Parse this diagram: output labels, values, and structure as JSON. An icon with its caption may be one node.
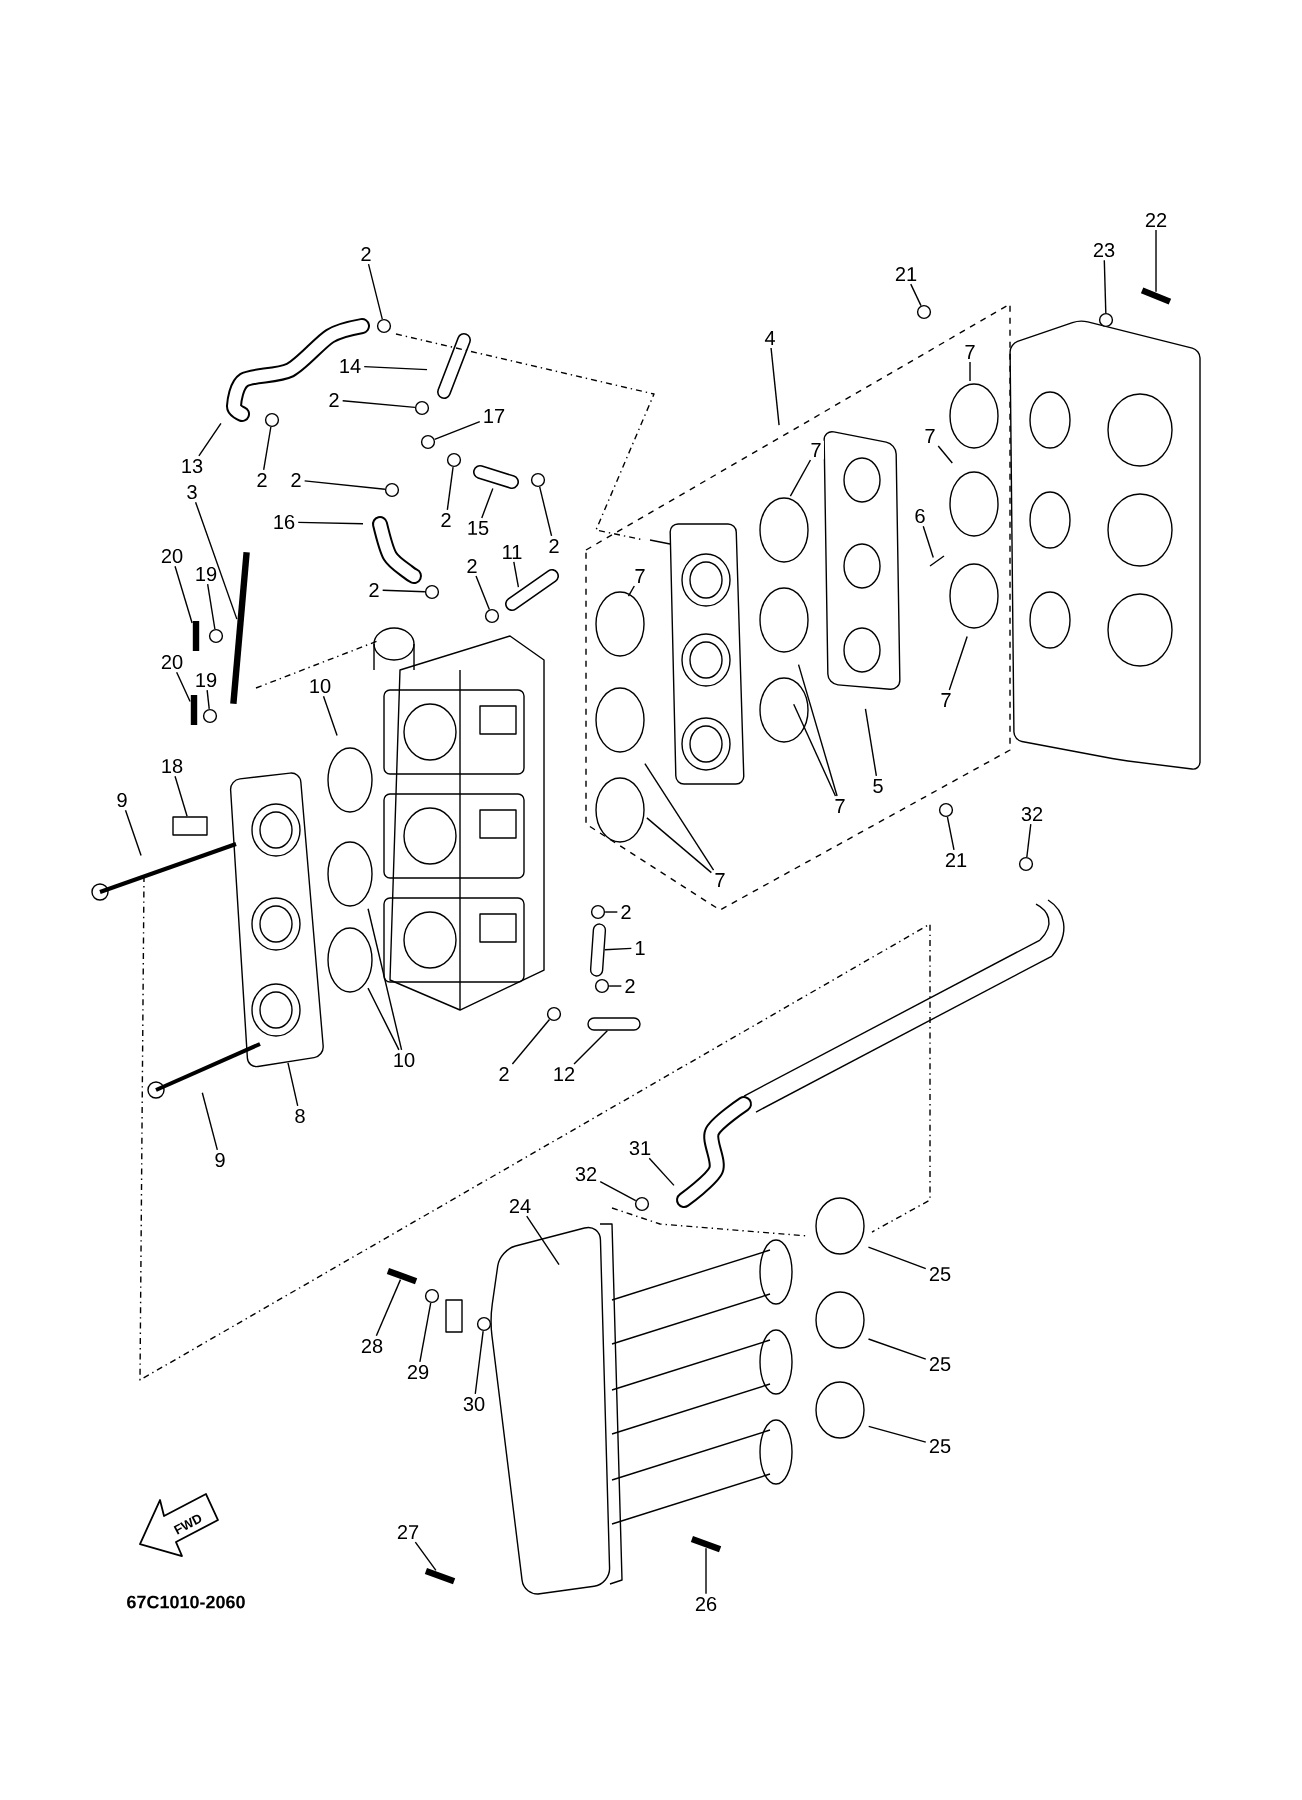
{
  "diagram": {
    "nodes": [
      {
        "text": [
          "2"
        ]
      },
      {
        "text": [
          "22"
        ]
      },
      {
        "text": [
          "23"
        ]
      },
      {
        "text": [
          "21"
        ]
      },
      {
        "text": [
          "4"
        ]
      },
      {
        "text": [
          "7"
        ]
      },
      {
        "text": [
          "14"
        ]
      },
      {
        "text": [
          "2"
        ]
      },
      {
        "text": [
          "17"
        ]
      },
      {
        "text": [
          "7"
        ]
      },
      {
        "text": [
          "7"
        ]
      },
      {
        "text": [
          "13"
        ]
      },
      {
        "text": [
          "2"
        ]
      },
      {
        "text": [
          "2"
        ]
      },
      {
        "text": [
          "3"
        ]
      },
      {
        "text": [
          "6"
        ]
      },
      {
        "text": [
          "2"
        ]
      },
      {
        "text": [
          "16"
        ]
      },
      {
        "text": [
          "15"
        ]
      },
      {
        "text": [
          "2"
        ]
      },
      {
        "text": [
          "11"
        ]
      },
      {
        "text": [
          "20"
        ]
      },
      {
        "text": [
          "19"
        ]
      },
      {
        "text": [
          "7"
        ]
      },
      {
        "text": [
          "2"
        ]
      },
      {
        "text": [
          "2"
        ]
      },
      {
        "text": [
          "20"
        ]
      },
      {
        "text": [
          "19"
        ]
      },
      {
        "text": [
          "10"
        ]
      },
      {
        "text": [
          "7"
        ]
      },
      {
        "text": [
          "18"
        ]
      },
      {
        "text": [
          "5"
        ]
      },
      {
        "text": [
          "9"
        ]
      },
      {
        "text": [
          "7"
        ]
      },
      {
        "text": [
          "32"
        ]
      },
      {
        "text": [
          "21"
        ]
      },
      {
        "text": [
          "7"
        ]
      },
      {
        "text": [
          "2"
        ]
      },
      {
        "text": [
          "1"
        ]
      },
      {
        "text": [
          "2"
        ]
      },
      {
        "text": [
          "10"
        ]
      },
      {
        "text": [
          "2"
        ]
      },
      {
        "text": [
          "12"
        ]
      },
      {
        "text": [
          "8"
        ]
      },
      {
        "text": [
          "9"
        ]
      },
      {
        "text": [
          "31"
        ]
      },
      {
        "text": [
          "32"
        ]
      },
      {
        "text": [
          "24"
        ]
      },
      {
        "text": [
          "25"
        ]
      },
      {
        "text": [
          "28"
        ]
      },
      {
        "text": [
          "29"
        ]
      },
      {
        "text": [
          "25"
        ]
      },
      {
        "text": [
          "30"
        ]
      },
      {
        "text": [
          "25"
        ]
      },
      {
        "text": [
          "27"
        ]
      },
      {
        "text": [
          "26"
        ]
      },
      {
        "text": [],
        "shape": "circle"
      },
      {
        "text": [],
        "shape": "circle"
      },
      {
        "text": [],
        "shape": "bar"
      },
      {
        "text": [],
        "shape": "circle"
      },
      {
        "text": [],
        "shape": "circle"
      },
      {
        "text": [],
        "shape": "circle"
      },
      {
        "text": [],
        "shape": "circle"
      },
      {
        "text": [],
        "shape": "circle"
      },
      {
        "text": [],
        "shape": "circle"
      },
      {
        "text": [],
        "shape": "circle"
      },
      {
        "text": [],
        "shape": "circle"
      },
      {
        "text": [],
        "shape": "bar"
      },
      {
        "text": [],
        "shape": "circle"
      },
      {
        "text": [],
        "shape": "bar"
      },
      {
        "text": [],
        "shape": "circle"
      },
      {
        "text": [],
        "shape": "box"
      },
      {
        "text": [],
        "shape": "circle"
      },
      {
        "text": [],
        "shape": "circle"
      },
      {
        "text": [],
        "shape": "circle"
      },
      {
        "text": [],
        "shape": "circle"
      },
      {
        "text": [],
        "shape": "circle"
      },
      {
        "text": [],
        "shape": "circle"
      },
      {
        "text": [],
        "shape": "bar"
      },
      {
        "text": [],
        "shape": "circle"
      },
      {
        "text": [],
        "shape": "circle"
      },
      {
        "text": [],
        "shape": "bar"
      },
      {
        "text": [],
        "shape": "bar"
      },
      {
        "text": [],
        "shape": "circle"
      },
      {
        "text": [],
        "shape": "bar"
      },
      {
        "text": [],
        "shape": "cylinder"
      },
      {
        "text": [],
        "shape": "cylinder"
      }
    ],
    "edges": [
      {
        "from": 0,
        "to": 56,
        "arrow": "none"
      },
      {
        "from": 1,
        "to": 58,
        "arrow": "none"
      },
      {
        "from": 2,
        "to": 57,
        "arrow": "none"
      },
      {
        "from": 3,
        "to": 59,
        "arrow": "none"
      },
      {
        "from": 4,
        "to": null,
        "arrow": "none"
      },
      {
        "from": 5,
        "to": null,
        "arrow": "none"
      },
      {
        "from": 6,
        "to": null,
        "arrow": "none"
      },
      {
        "from": 7,
        "to": 60,
        "arrow": "none"
      },
      {
        "from": 8,
        "to": 83,
        "arrow": "none"
      },
      {
        "from": 9,
        "to": null,
        "arrow": "none"
      },
      {
        "from": 10,
        "to": null,
        "arrow": "none"
      },
      {
        "from": 11,
        "to": null,
        "arrow": "none"
      },
      {
        "from": 12,
        "to": 61,
        "arrow": "none"
      },
      {
        "from": 13,
        "to": 62,
        "arrow": "none"
      },
      {
        "from": 14,
        "to": 84,
        "arrow": "none"
      },
      {
        "from": 15,
        "to": null,
        "arrow": "none"
      },
      {
        "from": 16,
        "to": 63,
        "arrow": "none"
      },
      {
        "from": 17,
        "to": null,
        "arrow": "none"
      },
      {
        "from": 18,
        "to": null,
        "arrow": "none"
      },
      {
        "from": 19,
        "to": 64,
        "arrow": "none"
      },
      {
        "from": 20,
        "to": null,
        "arrow": "none"
      },
      {
        "from": 21,
        "to": 67,
        "arrow": "none"
      },
      {
        "from": 22,
        "to": 68,
        "arrow": "none"
      },
      {
        "from": 23,
        "to": null,
        "arrow": "none"
      },
      {
        "from": 24,
        "to": 65,
        "arrow": "none"
      },
      {
        "from": 25,
        "to": 66,
        "arrow": "none"
      },
      {
        "from": 26,
        "to": 69,
        "arrow": "none"
      },
      {
        "from": 27,
        "to": 70,
        "arrow": "none"
      },
      {
        "from": 28,
        "to": null,
        "arrow": "none"
      },
      {
        "from": 29,
        "to": null,
        "arrow": "none"
      },
      {
        "from": 30,
        "to": 71,
        "arrow": "none"
      },
      {
        "from": 31,
        "to": null,
        "arrow": "none"
      },
      {
        "from": 32,
        "to": null,
        "arrow": "none"
      },
      {
        "from": 33,
        "to": null,
        "arrow": "none"
      },
      {
        "from": 33,
        "to": null,
        "arrow": "none"
      },
      {
        "from": 34,
        "to": 72,
        "arrow": "none"
      },
      {
        "from": 35,
        "to": 73,
        "arrow": "none"
      },
      {
        "from": 36,
        "to": null,
        "arrow": "none"
      },
      {
        "from": 36,
        "to": null,
        "arrow": "none"
      },
      {
        "from": 37,
        "to": 74,
        "arrow": "none"
      },
      {
        "from": 38,
        "to": 86,
        "arrow": "none"
      },
      {
        "from": 39,
        "to": 75,
        "arrow": "none"
      },
      {
        "from": 40,
        "to": null,
        "arrow": "none"
      },
      {
        "from": 40,
        "to": null,
        "arrow": "none"
      },
      {
        "from": 41,
        "to": 76,
        "arrow": "none"
      },
      {
        "from": 42,
        "to": 85,
        "arrow": "none"
      },
      {
        "from": 43,
        "to": null,
        "arrow": "none"
      },
      {
        "from": 44,
        "to": null,
        "arrow": "none"
      },
      {
        "from": 45,
        "to": null,
        "arrow": "none"
      },
      {
        "from": 46,
        "to": 77,
        "arrow": "none"
      },
      {
        "from": 47,
        "to": null,
        "arrow": "none"
      },
      {
        "from": 48,
        "to": null,
        "arrow": "none"
      },
      {
        "from": 49,
        "to": 78,
        "arrow": "none"
      },
      {
        "from": 50,
        "to": 79,
        "arrow": "none"
      },
      {
        "from": 51,
        "to": null,
        "arrow": "none"
      },
      {
        "from": 52,
        "to": 80,
        "arrow": "none"
      },
      {
        "from": 53,
        "to": null,
        "arrow": "none"
      },
      {
        "from": 54,
        "to": 81,
        "arrow": "none"
      },
      {
        "from": 55,
        "to": 82,
        "arrow": "none"
      }
    ],
    "labels": [
      "FWD",
      "67C1010-2060"
    ]
  }
}
